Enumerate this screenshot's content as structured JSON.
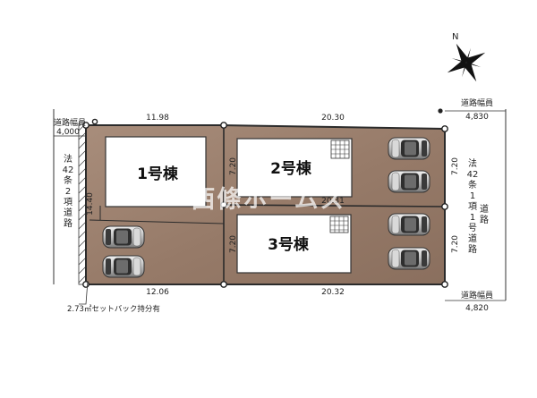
{
  "compass": {
    "north_label": "N"
  },
  "buildings": [
    {
      "label": "1号棟"
    },
    {
      "label": "2号棟"
    },
    {
      "label": "3号棟"
    }
  ],
  "dimensions": {
    "top_left": "11.98",
    "top_right": "20.30",
    "middle": "20.31",
    "bottom_left": "12.06",
    "bottom_right": "20.32",
    "left_side": "14.40",
    "inner_upper": "7.20",
    "inner_lower": "7.20",
    "right_upper": "7.20",
    "right_lower": "7.20"
  },
  "roads": {
    "left": {
      "width_label": "道路幅員",
      "width_value": "4,000",
      "classification": [
        "法",
        "42",
        "条",
        "2",
        "項",
        "道",
        "路"
      ]
    },
    "right": {
      "classification": [
        "法",
        "42",
        "条",
        "1",
        "項",
        "1",
        "号",
        "道",
        "路"
      ],
      "extra": [
        "道",
        "路"
      ]
    },
    "right_top": {
      "width_label": "道路幅員",
      "width_value": "4,830"
    },
    "right_bottom": {
      "width_label": "道路幅員",
      "width_value": "4,820"
    }
  },
  "setback_note": "2.73㎡セットバック持分有",
  "watermark": "西條ホームズ",
  "colors": {
    "lot_fill": "#9a7e6c",
    "lot_stroke": "#2b2b2b",
    "building_fill": "#ffffff"
  }
}
